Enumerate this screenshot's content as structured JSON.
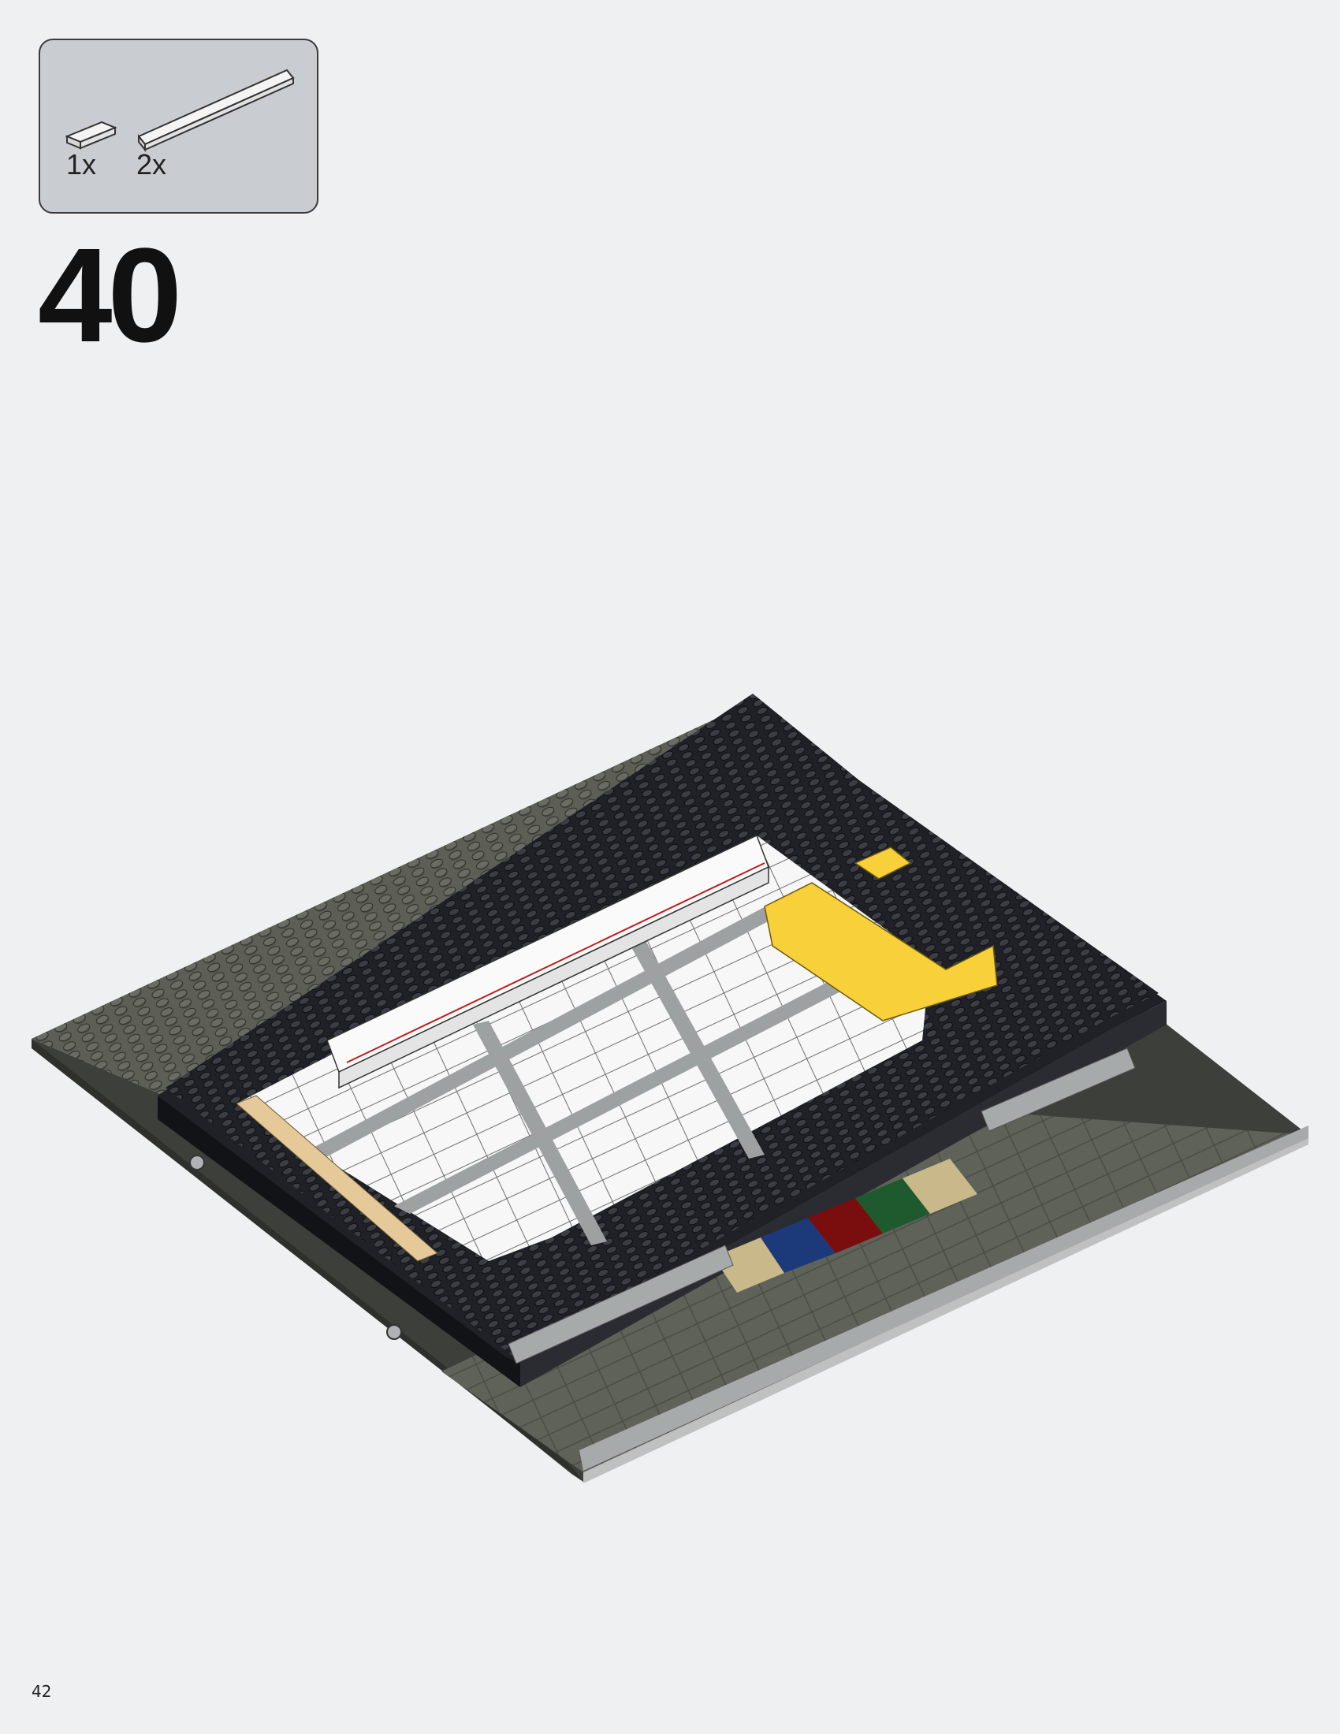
{
  "step": {
    "number": "40"
  },
  "parts_callout": {
    "parts": [
      {
        "name": "white-tile-1x2",
        "quantity": "1x",
        "color": "#f2f2f2"
      },
      {
        "name": "white-tile-1x8",
        "quantity": "2x",
        "color": "#f2f2f2"
      }
    ]
  },
  "page": {
    "number": "42"
  },
  "colors": {
    "baseplate": "#5d5f57",
    "black_bricks": "#1f2126",
    "white_tiles": "#f7f7f7",
    "light_gray_tiles": "#a7aaab",
    "yellow_bricks": "#f7d03a",
    "tan": "#c8b88a",
    "blue": "#1c3a7a",
    "dark_red": "#7a0d0d",
    "green": "#1f5a2e",
    "background": "#eef0f2"
  }
}
